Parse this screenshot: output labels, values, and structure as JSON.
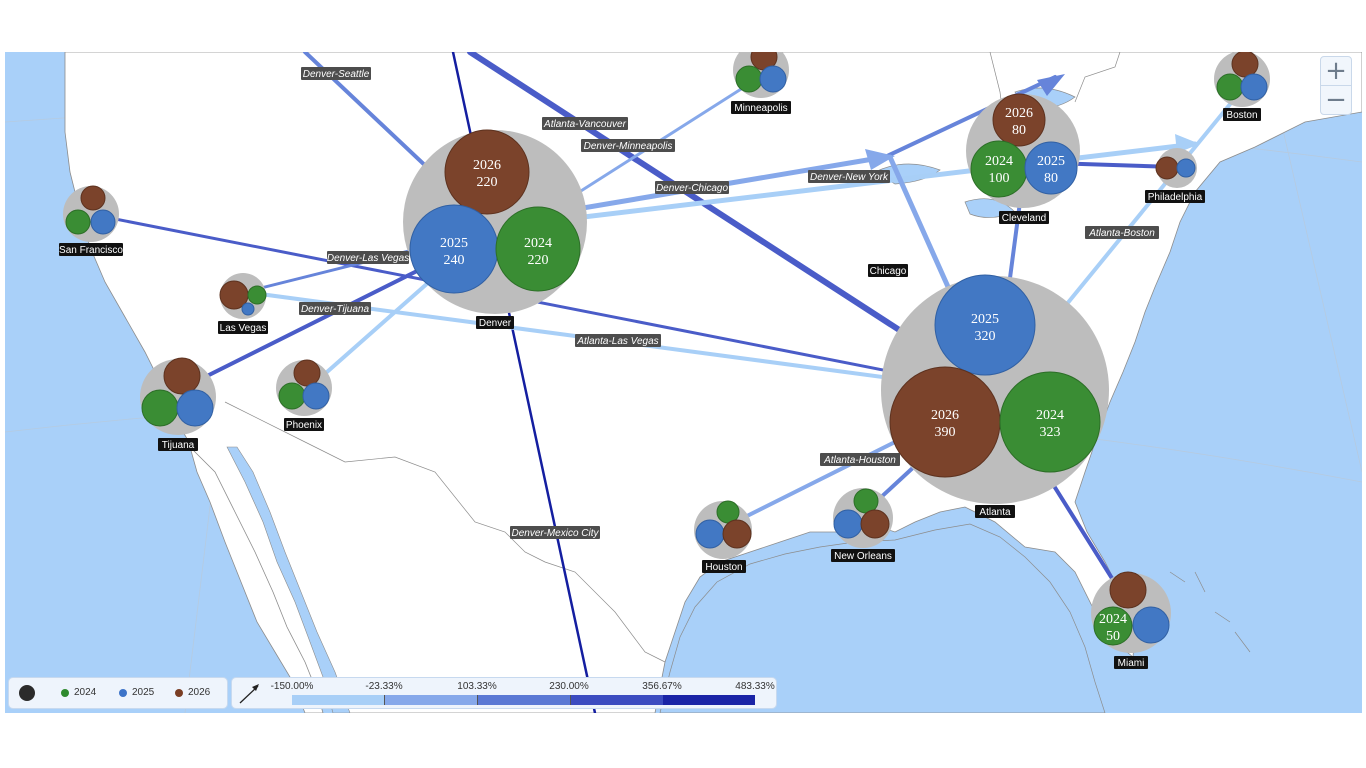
{
  "zoom": {
    "in_label": "+",
    "out_label": "−"
  },
  "cities": {
    "san_francisco": "San Francisco",
    "las_vegas": "Las Vegas",
    "tijuana": "Tijuana",
    "phoenix": "Phoenix",
    "denver": "Denver",
    "minneapolis": "Minneapolis",
    "cleveland": "Cleveland",
    "boston": "Boston",
    "philadelphia": "Philadelphia",
    "chicago": "Chicago",
    "atlanta": "Atlanta",
    "houston": "Houston",
    "new_orleans": "New Orleans",
    "miami": "Miami"
  },
  "routes": {
    "denver_seattle": "Denver-Seattle",
    "atlanta_vancouver": "Atlanta-Vancouver",
    "denver_minneapolis": "Denver-Minneapolis",
    "denver_chicago": "Denver-Chicago",
    "denver_new_york": "Denver-New York",
    "atlanta_boston": "Atlanta-Boston",
    "denver_las_vegas": "Denver-Las Vegas",
    "denver_tijuana": "Denver-Tijuana",
    "atlanta_las_vegas": "Atlanta-Las Vegas",
    "atlanta_houston": "Atlanta-Houston",
    "denver_mexico_city": "Denver-Mexico City"
  },
  "bubbles": {
    "denver": {
      "y2026": "2026",
      "v2026": "220",
      "y2025": "2025",
      "v2025": "240",
      "y2024": "2024",
      "v2024": "220"
    },
    "cleveland": {
      "y2026": "2026",
      "v2026": "80",
      "y2024": "2024",
      "v2024": "100",
      "y2025": "2025",
      "v2025": "80"
    },
    "atlanta": {
      "y2025": "2025",
      "v2025": "320",
      "y2026": "2026",
      "v2026": "390",
      "y2024": "2024",
      "v2024": "323"
    },
    "miami": {
      "y2024": "2024",
      "v2024": "50"
    }
  },
  "legend": {
    "series": [
      {
        "label": "2024",
        "color": "#2e8a2e"
      },
      {
        "label": "2025",
        "color": "#3c73c8"
      },
      {
        "label": "2026",
        "color": "#7a3e24"
      }
    ],
    "scale_ticks": [
      "-150.00%",
      "-23.33%",
      "103.33%",
      "230.00%",
      "356.67%",
      "483.33%"
    ],
    "scale_colors": [
      "#a8cff7",
      "#86a8ea",
      "#6684da",
      "#4a5cc8",
      "#2a34b2",
      "#141ea0"
    ]
  },
  "colors": {
    "ocean": "#a9d0f9",
    "land": "#ffffff",
    "bubble_bg": "#bdbdbd",
    "y2024": "#3a8d34",
    "y2025": "#4278c4",
    "y2026": "#7b432b"
  }
}
